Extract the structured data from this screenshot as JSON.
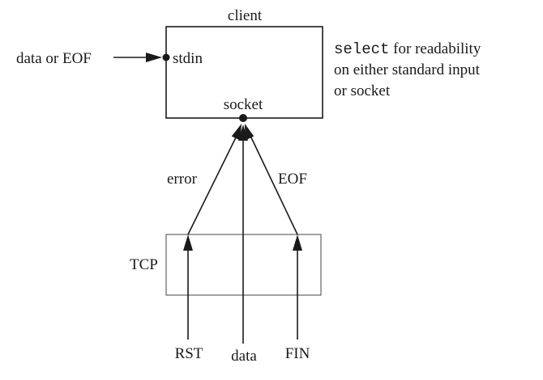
{
  "client": {
    "title": "client",
    "stdin_label": "stdin",
    "socket_label": "socket"
  },
  "input": {
    "label": "data or EOF"
  },
  "note": {
    "code": "select",
    "line1_rest": " for readability",
    "line2": "on either standard input",
    "line3": "or socket"
  },
  "tcp": {
    "label": "TCP"
  },
  "paths": {
    "error_label": "error",
    "eof_label": "EOF"
  },
  "sources": {
    "rst": "RST",
    "data": "data",
    "fin": "FIN"
  }
}
